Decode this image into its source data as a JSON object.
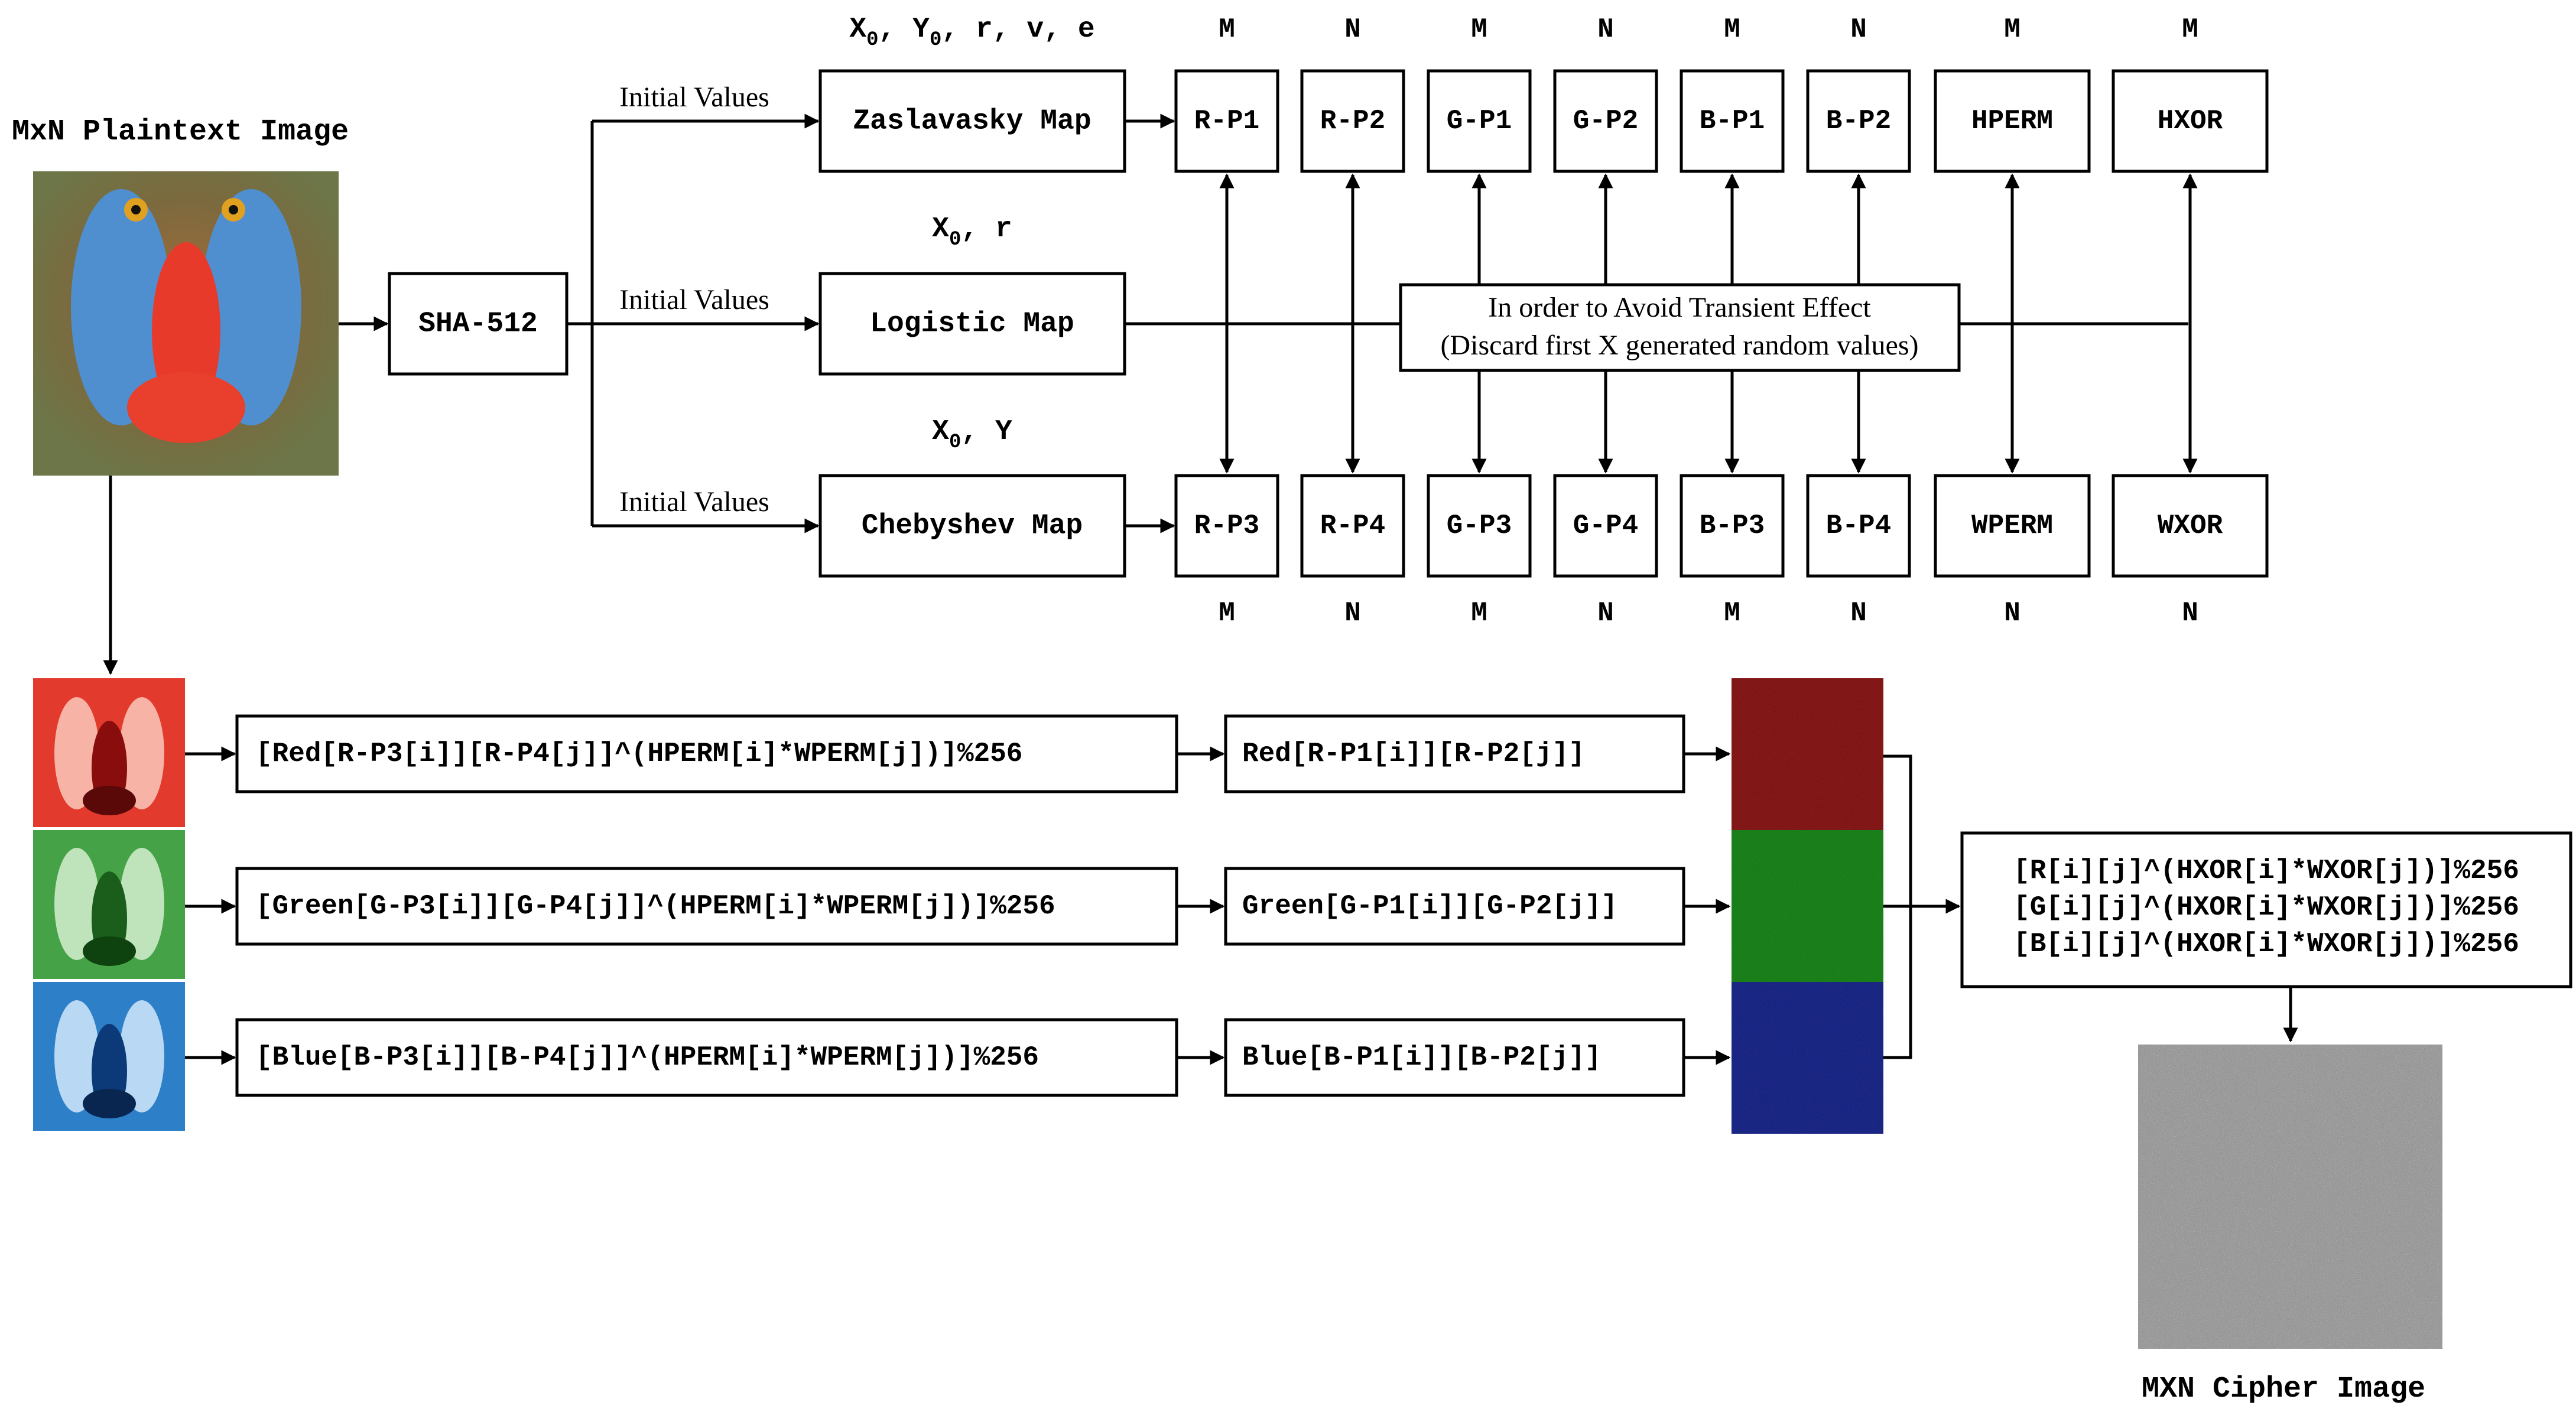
{
  "titles": {
    "plaintext": "MxN Plaintext Image",
    "cipher": "MXN Cipher Image"
  },
  "hash": {
    "label": "SHA-512"
  },
  "branch_label": "Initial Values",
  "maps": [
    {
      "name": "Zaslavasky Map",
      "params": [
        "X",
        "0",
        ", Y",
        "0",
        ", r, v, e"
      ]
    },
    {
      "name": "Logistic Map",
      "params": [
        "X",
        "0",
        ", r"
      ]
    },
    {
      "name": "Chebyshev Map",
      "params": [
        "X",
        "0",
        ", Y"
      ]
    }
  ],
  "top_sequences": [
    {
      "label": "R-P1",
      "dim": "M"
    },
    {
      "label": "R-P2",
      "dim": "N"
    },
    {
      "label": "G-P1",
      "dim": "M"
    },
    {
      "label": "G-P2",
      "dim": "N"
    },
    {
      "label": "B-P1",
      "dim": "M"
    },
    {
      "label": "B-P2",
      "dim": "N"
    },
    {
      "label": "HPERM",
      "dim": "M"
    },
    {
      "label": "HXOR",
      "dim": "M"
    }
  ],
  "bottom_sequences": [
    {
      "label": "R-P3",
      "dim": "M"
    },
    {
      "label": "R-P4",
      "dim": "N"
    },
    {
      "label": "G-P3",
      "dim": "M"
    },
    {
      "label": "G-P4",
      "dim": "N"
    },
    {
      "label": "B-P3",
      "dim": "M"
    },
    {
      "label": "B-P4",
      "dim": "N"
    },
    {
      "label": "WPERM",
      "dim": "N"
    },
    {
      "label": "WXOR",
      "dim": "N"
    }
  ],
  "transient_note": [
    "In order to Avoid Transient Effect",
    "(Discard first X generated random values)"
  ],
  "channels": [
    {
      "name": "red",
      "formula": "[Red[R-P3[i]][R-P4[j]]^(HPERM[i]*WPERM[j])]%256",
      "perm": "Red[R-P1[i]][R-P2[j]]"
    },
    {
      "name": "green",
      "formula": "[Green[G-P3[i]][G-P4[j]]^(HPERM[i]*WPERM[j])]%256",
      "perm": "Green[G-P1[i]][G-P2[j]]"
    },
    {
      "name": "blue",
      "formula": "[Blue[B-P3[i]][B-P4[j]]^(HPERM[i]*WPERM[j])]%256",
      "perm": "Blue[B-P1[i]][B-P2[j]]"
    }
  ],
  "xor_formulas": [
    "[R[i][j]^(HXOR[i]*WXOR[j])]%256",
    "[G[i][j]^(HXOR[i]*WXOR[j])]%256",
    "[B[i][j]^(HXOR[i]*WXOR[j])]%256"
  ],
  "colors": {
    "red_channel": "#e23a2c",
    "green_channel": "#46a246",
    "blue_channel": "#2d7fc8",
    "red_scrambled": "#7d0a0a",
    "green_scrambled": "#0d7a0d",
    "blue_scrambled": "#0d1a7e",
    "cipher_noise": "#8a8a8a"
  }
}
